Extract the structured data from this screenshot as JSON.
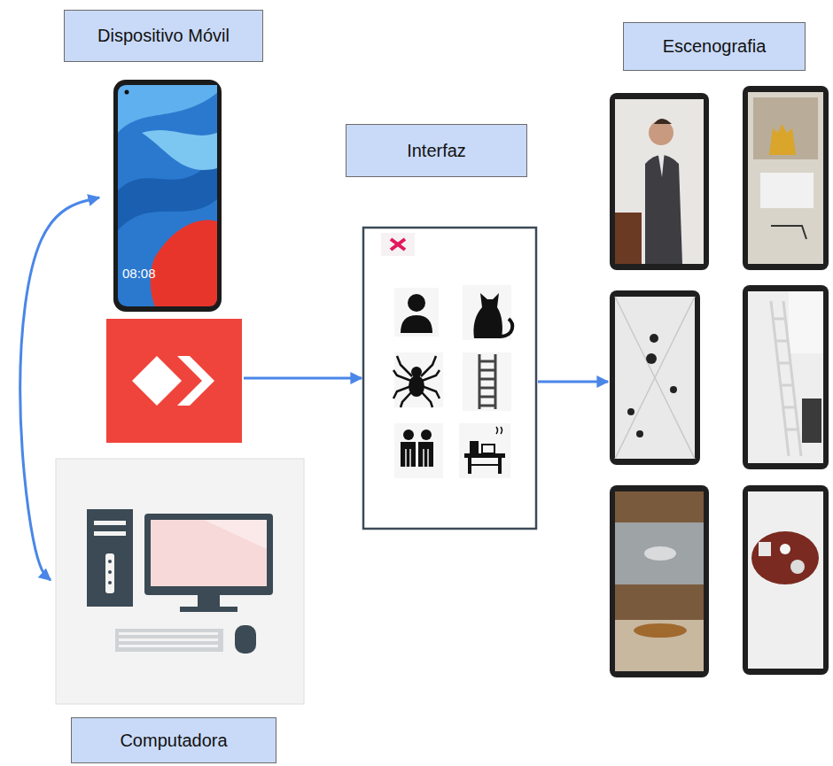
{
  "diagram": {
    "nodes": [
      {
        "text": [
          "Dispositivo Móvil"
        ]
      },
      {
        "text": [
          "Computadora"
        ]
      },
      {
        "text": [
          "Interfaz"
        ]
      },
      {
        "text": [
          "Escenografia"
        ]
      }
    ],
    "edges": [
      {
        "from": 0,
        "to": 1,
        "arrow": "both"
      },
      {
        "from": 0,
        "to": 2,
        "arrow": "to"
      },
      {
        "from": 2,
        "to": 3,
        "arrow": "to"
      }
    ],
    "labels": [
      "08:08"
    ]
  }
}
